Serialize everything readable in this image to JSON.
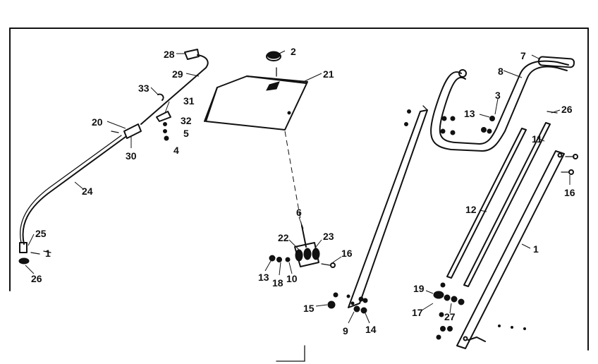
{
  "labels": {
    "l1": "1",
    "l2": "2",
    "l3": "3",
    "l4": "4",
    "l5": "5",
    "l6": "6",
    "l7": "7",
    "l8": "8",
    "l9": "9",
    "l10": "10",
    "l11": "11",
    "l12": "12",
    "l13a": "13",
    "l13b": "13",
    "l14": "14",
    "l15": "15",
    "l16a": "16",
    "l16b": "16",
    "l17": "17",
    "l18": "18",
    "l19": "19",
    "l20": "20",
    "l21": "21",
    "l22": "22",
    "l23": "23",
    "l24": "24",
    "l25": "25",
    "l26a": "26",
    "l26b": "26",
    "l27": "27",
    "l28": "28",
    "l29": "29",
    "l30": "30",
    "l31": "31",
    "l32": "32",
    "l33": "33",
    "l34": "1"
  }
}
